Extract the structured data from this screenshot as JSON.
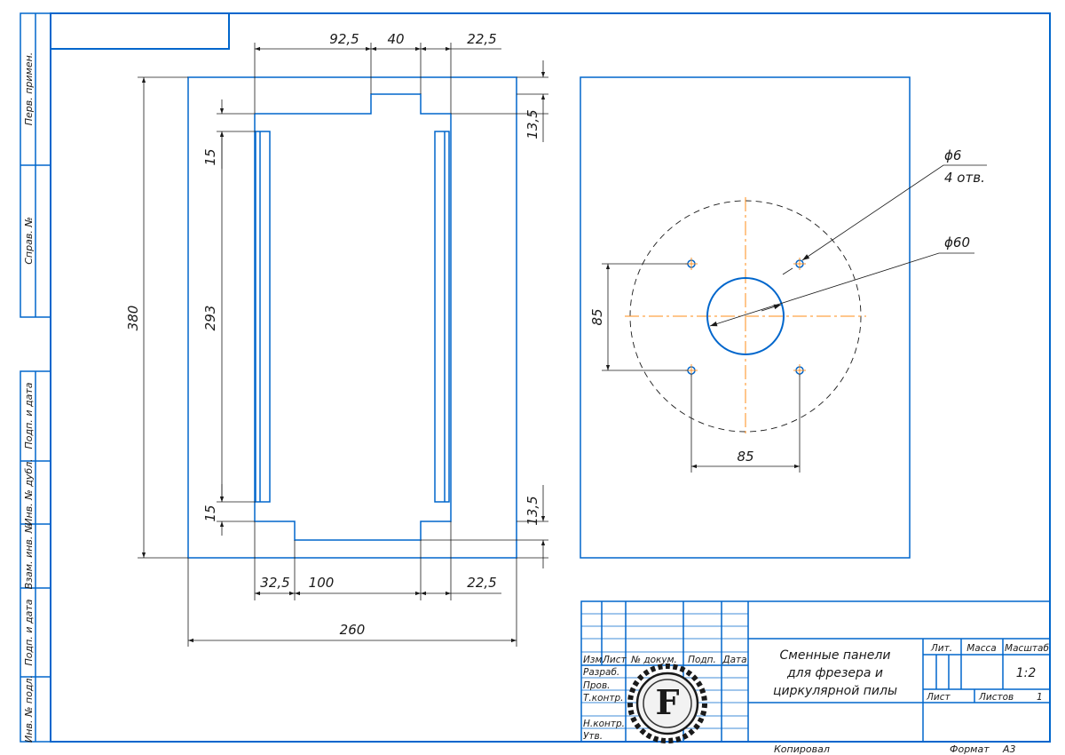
{
  "frame": {
    "side_labels": [
      "Перв. примен.",
      "Справ. №",
      "Подп. и дата",
      "Инв. № дубл.",
      "Взам. инв. №",
      "Подп. и дата",
      "Инв. № подл."
    ]
  },
  "left_view": {
    "dims": {
      "top_a": "92,5",
      "top_b": "40",
      "top_c": "22,5",
      "right_top": "13,5",
      "right_bottom": "13,5",
      "left_small_top": "15",
      "left_mid": "293",
      "left_small_bottom": "15",
      "height": "380",
      "bot_a": "32,5",
      "bot_b": "100",
      "bot_c": "22,5",
      "width": "260"
    }
  },
  "right_view": {
    "hole_dia": "ϕ6",
    "hole_count": "4 отв.",
    "center_dia": "ϕ60",
    "v_spacing": "85",
    "h_spacing": "85"
  },
  "title_block": {
    "headers": {
      "izm": "Изм.",
      "list": "Лист",
      "doc": "№ докум.",
      "sign": "Подп.",
      "date": "Дата",
      "lit": "Лит.",
      "mass": "Масса",
      "scale": "Масштаб",
      "sheet": "Лист",
      "sheets": "Листов"
    },
    "roles": [
      "Разраб.",
      "Пров.",
      "Т.контр.",
      "Н.контр.",
      "Утв."
    ],
    "title_lines": [
      "Сменные панели",
      "для фрезера и",
      "циркулярной пилы"
    ],
    "scale_value": "1:2",
    "sheets_count": "1",
    "copied": "Копировал",
    "format_label": "Формат",
    "format_value": "А3"
  },
  "colors": {
    "outline": "#0066cc",
    "dim": "#1a1a1a",
    "axis": "#ff8c1a",
    "frame": "#0066cc"
  }
}
